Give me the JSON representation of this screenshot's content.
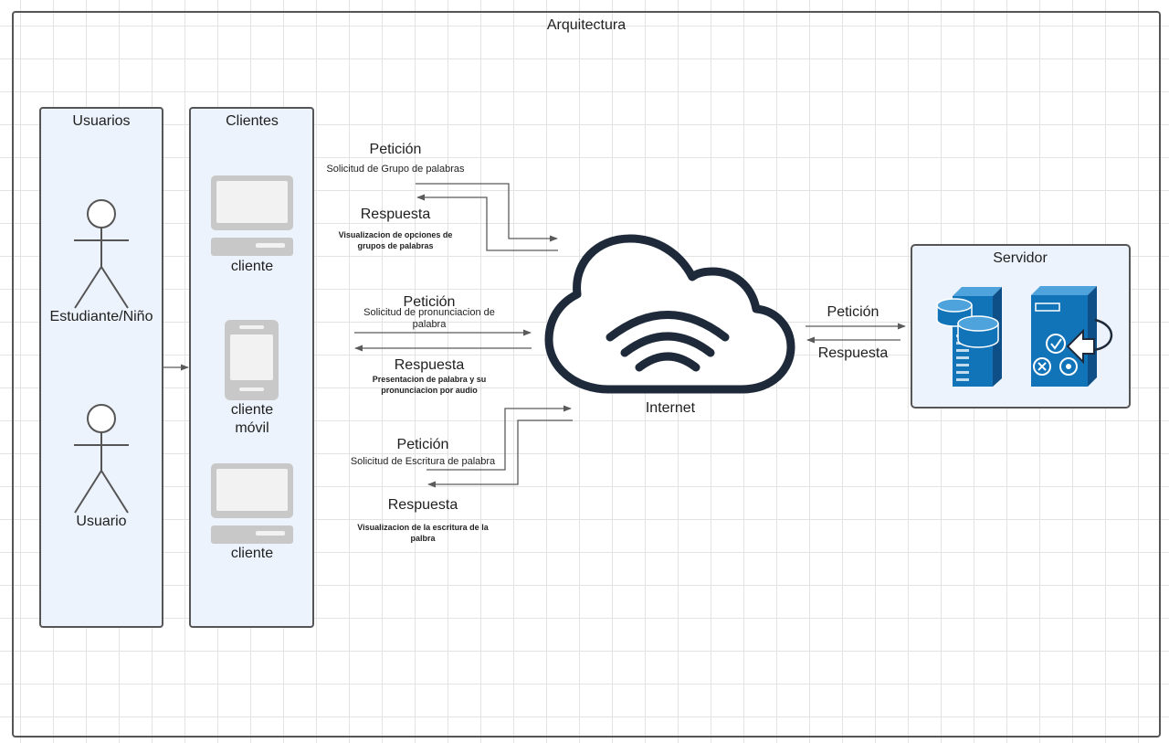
{
  "diagram": {
    "title": "Arquitectura",
    "usuarios": {
      "title": "Usuarios",
      "actor1": "Estudiante/Niño",
      "actor2": "Usuario"
    },
    "clientes": {
      "title": "Clientes",
      "client1": "cliente",
      "mobile_line1": "cliente",
      "mobile_line2": "móvil",
      "client2": "cliente"
    },
    "flow1": {
      "peticion": "Petición",
      "peticion_desc": "Solicitud de Grupo de palabras",
      "respuesta": "Respuesta",
      "respuesta_desc_line1": "Visualizacion de opciones de",
      "respuesta_desc_line2": "grupos de palabras"
    },
    "flow2": {
      "peticion": "Petición",
      "peticion_desc_line1": "Solicitud de pronunciacion de",
      "peticion_desc_line2": "palabra",
      "respuesta": "Respuesta",
      "respuesta_desc_line1": "Presentacion de palabra y su",
      "respuesta_desc_line2": "pronunciacion por audio"
    },
    "flow3": {
      "peticion": "Petición",
      "peticion_desc": "Solicitud de Escritura de palabra",
      "respuesta": "Respuesta",
      "respuesta_desc_line1": "Visualizacion de la escritura de la",
      "respuesta_desc_line2": "palbra"
    },
    "internet": {
      "label": "Internet"
    },
    "servidor": {
      "title": "Servidor",
      "peticion": "Petición",
      "respuesta": "Respuesta"
    }
  },
  "colors": {
    "lane_fill": "#edf3fc",
    "cloud_stroke": "#1e2a3a",
    "server_blue": "#1173b8",
    "server_dark": "#0d4f86",
    "device_gray": "#c8c8c8"
  }
}
